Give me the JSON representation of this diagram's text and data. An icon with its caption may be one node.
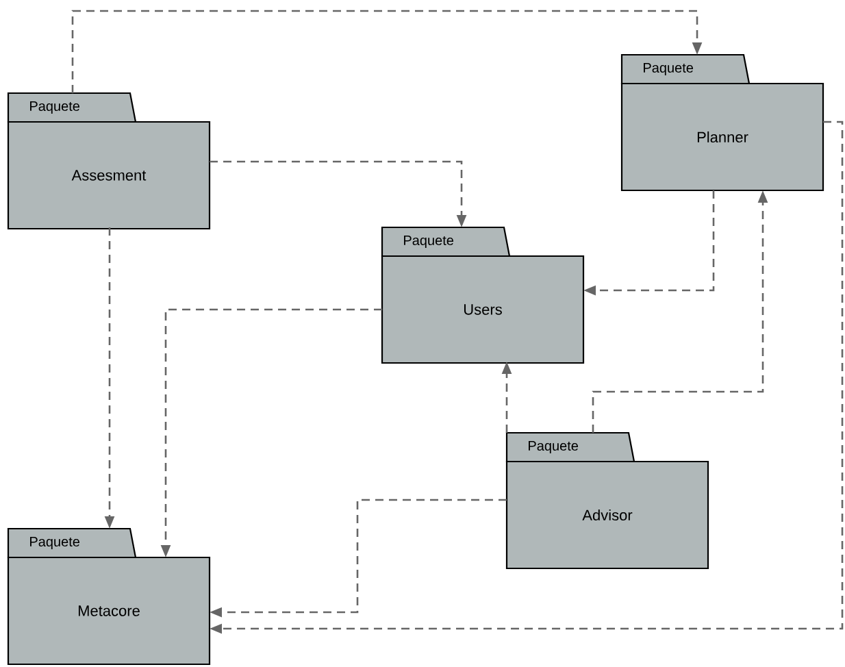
{
  "diagram": {
    "nodes": [
      {
        "text": [
          "Paquete",
          "Assesment"
        ]
      },
      {
        "text": [
          "Paquete",
          "Planner"
        ]
      },
      {
        "text": [
          "Paquete",
          "Users"
        ]
      },
      {
        "text": [
          "Paquete",
          "Advisor"
        ]
      },
      {
        "text": [
          "Paquete",
          "Metacore"
        ]
      }
    ],
    "edges": [
      {
        "from": 0,
        "to": 1,
        "arrow": "to"
      },
      {
        "from": 0,
        "to": 2,
        "arrow": "to"
      },
      {
        "from": 0,
        "to": 4,
        "arrow": "to"
      },
      {
        "from": 2,
        "to": 4,
        "arrow": "to"
      },
      {
        "from": 1,
        "to": 2,
        "arrow": "to"
      },
      {
        "from": 3,
        "to": 2,
        "arrow": "to"
      },
      {
        "from": 3,
        "to": 1,
        "arrow": "to"
      },
      {
        "from": 3,
        "to": 4,
        "arrow": "to"
      },
      {
        "from": 1,
        "to": 4,
        "arrow": "to"
      }
    ]
  }
}
